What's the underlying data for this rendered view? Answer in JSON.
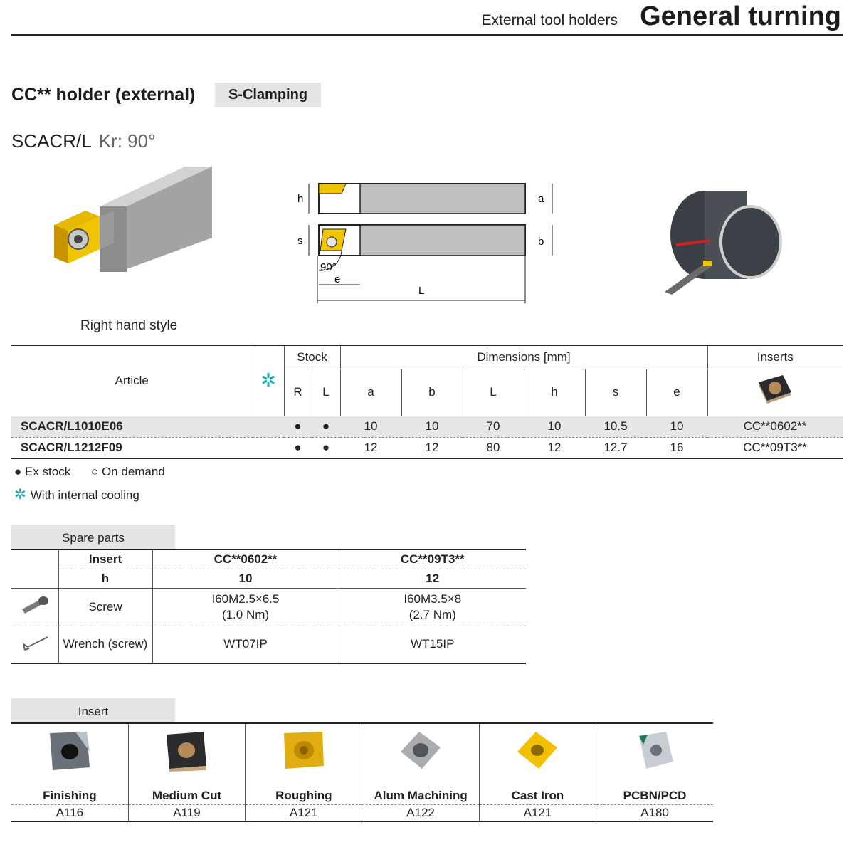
{
  "header": {
    "subtitle": "External tool holders",
    "title": "General turning"
  },
  "product": {
    "title": "CC** holder (external)",
    "clamping": "S-Clamping",
    "code": "SCACR/L",
    "kr": "Kr: 90°",
    "hand_style": "Right hand style"
  },
  "drawing_labels": {
    "h": "h",
    "a": "a",
    "s": "s",
    "b": "b",
    "angle": "90°",
    "e": "e",
    "L": "L"
  },
  "main_table": {
    "headers": {
      "article": "Article",
      "stock": "Stock",
      "dimensions": "Dimensions [mm]",
      "inserts": "Inserts",
      "cooling_symbol": "✲",
      "r": "R",
      "l": "L",
      "a": "a",
      "b": "b",
      "L": "L",
      "h": "h",
      "s": "s",
      "e": "e"
    },
    "rows": [
      {
        "article": "SCACR/L1010E06",
        "r": "●",
        "l": "●",
        "a": "10",
        "b": "10",
        "L": "70",
        "h": "10",
        "s": "10.5",
        "e": "10",
        "insert": "CC**0602**"
      },
      {
        "article": "SCACR/L1212F09",
        "r": "●",
        "l": "●",
        "a": "12",
        "b": "12",
        "L": "80",
        "h": "12",
        "s": "12.7",
        "e": "16",
        "insert": "CC**09T3**"
      }
    ]
  },
  "legend": {
    "ex_stock": "● Ex stock",
    "on_demand": "○ On demand",
    "cooling_symbol": "✲",
    "cooling": "With internal cooling"
  },
  "spare_parts": {
    "label": "Spare parts",
    "insert_label": "Insert",
    "h_label": "h",
    "cols": [
      {
        "insert": "CC**0602**",
        "h": "10",
        "screw_1": "I60M2.5×6.5",
        "screw_2": "(1.0 Nm)",
        "wrench": "WT07IP"
      },
      {
        "insert": "CC**09T3**",
        "h": "12",
        "screw_1": "I60M3.5×8",
        "screw_2": "(2.7 Nm)",
        "wrench": "WT15IP"
      }
    ],
    "screw_label": "Screw",
    "wrench_label": "Wrench (screw)"
  },
  "inserts": {
    "label": "Insert",
    "items": [
      {
        "name": "Finishing",
        "code": "A116"
      },
      {
        "name": "Medium Cut",
        "code": "A119"
      },
      {
        "name": "Roughing",
        "code": "A121"
      },
      {
        "name": "Alum Machining",
        "code": "A122"
      },
      {
        "name": "Cast Iron",
        "code": "A121"
      },
      {
        "name": "PCBN/PCD",
        "code": "A180"
      }
    ]
  }
}
